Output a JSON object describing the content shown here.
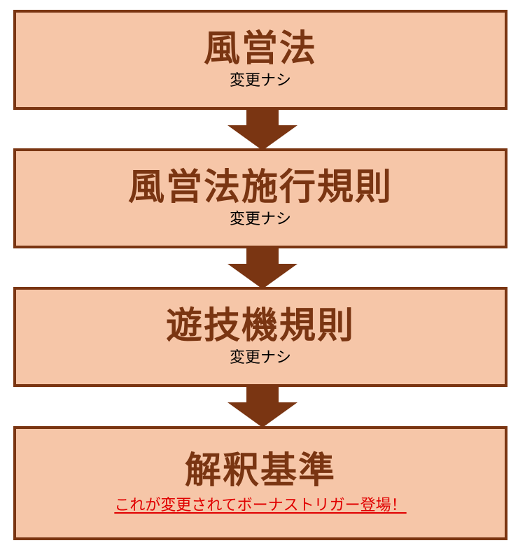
{
  "steps": [
    {
      "title": "風営法",
      "subtitle": "変更ナシ"
    },
    {
      "title": "風営法施行規則",
      "subtitle": "変更ナシ"
    },
    {
      "title": "遊技機規則",
      "subtitle": "変更ナシ"
    },
    {
      "title": "解釈基準",
      "subtitle": "これが変更されてボーナストリガー登場！"
    }
  ],
  "colors": {
    "box_fill": "#f6c6a8",
    "border": "#7a3512",
    "title_text": "#7a3512",
    "arrow": "#7a3512",
    "note_text": "#e00000"
  },
  "icons": [
    "arrow-down-icon"
  ]
}
